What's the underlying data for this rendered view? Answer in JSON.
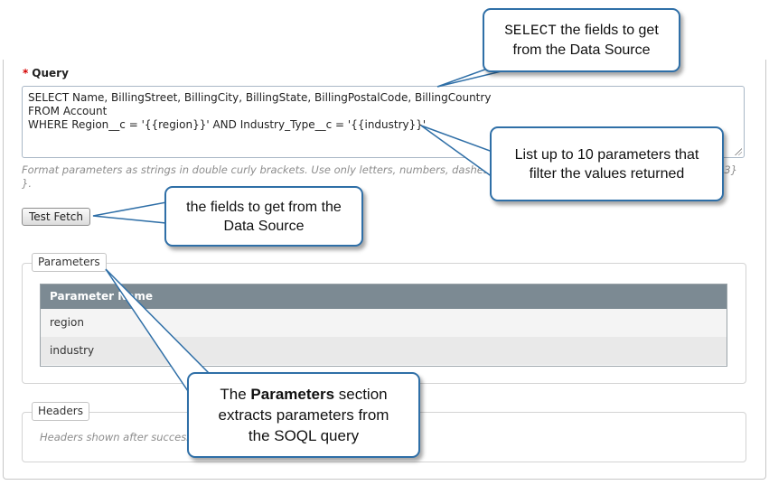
{
  "query": {
    "required_marker": "*",
    "label": "Query",
    "lines": [
      "SELECT Name, BillingStreet, BillingCity, BillingState, BillingPostalCode, BillingCountry",
      "FROM Account",
      "WHERE Region__c = '{{region}}' AND Industry_Type__c = '{{industry}}'"
    ],
    "help_text_line1": "Format parameters as strings in double curly brackets. Use only letters, numbers, dashes,",
    "help_text_tail": "23}",
    "help_text_line2": "}."
  },
  "test_fetch_label": "Test Fetch",
  "parameters": {
    "legend": "Parameters",
    "column_header": "Parameter Name",
    "rows": [
      "region",
      "industry"
    ]
  },
  "headers": {
    "legend": "Headers",
    "note": "Headers shown after successful fetch"
  },
  "callouts": {
    "select": {
      "keyword": "SELECT",
      "line1_rest": " the fields to get",
      "line2": "from the Data Source"
    },
    "parameters_limit": {
      "line1": "List up to 10 parameters that",
      "line2": "filter the values returned"
    },
    "fields": {
      "line1": "the fields to get from the",
      "line2": "Data Source"
    },
    "parameters_section": {
      "line1_pre": "The ",
      "line1_bold": "Parameters",
      "line1_post": " section",
      "line2": "extracts parameters from",
      "line3": "the SOQL query"
    }
  },
  "colors": {
    "callout_border": "#2f6fa7",
    "table_header": "#7c8a93",
    "required": "#d40000"
  }
}
